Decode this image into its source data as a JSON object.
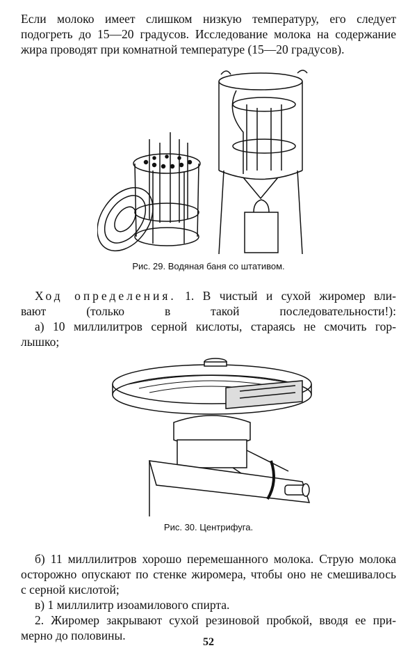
{
  "paragraph_1": [
    "Если молоко имеет слишком низкую температуру, его следует",
    "подогреть до 15—20 градусов. Исследование молока на содержание",
    "жира проводят при комнатной температуре (15—20 градусов)."
  ],
  "figure_29": {
    "caption": "Рис. 29. Водяная баня со штативом."
  },
  "paragraph_2": {
    "lead_spaced": "Ход определения.",
    "line_1_rest": " 1. В чистый и сухой жиромер вли-",
    "line_2": "вают (только в такой последовательности!):",
    "line_3": "а) 10 миллилитров серной кислоты, стараясь не смочить гор-",
    "line_4": "лышко;"
  },
  "figure_30": {
    "caption": "Рис. 30. Центрифуга."
  },
  "paragraph_3": [
    "б) 11 миллилитров хорошо перемешанного молока. Струю молока",
    "осторожно опускают по стенке жиромера, чтобы оно не смешивалось",
    "с серной кислотой;",
    "в) 1 миллилитр изоамилового спирта.",
    "2. Жиромер закрывают сухой резиновой пробкой, вводя ее при-",
    "мерно до половины."
  ],
  "page_number": "52"
}
